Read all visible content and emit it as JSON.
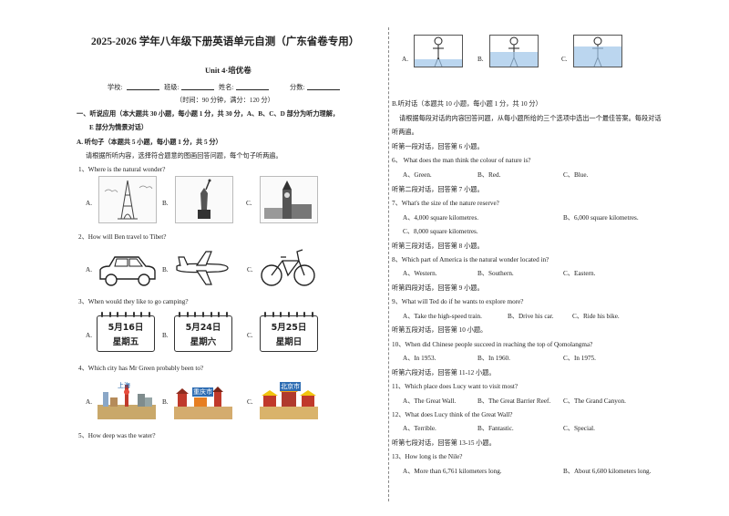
{
  "header": {
    "title": "2025-2026 学年八年级下册英语单元自测（广东省卷专用）",
    "unit": "Unit  4·培优卷",
    "info": {
      "school": "学校:",
      "class": "班级:",
      "name": "姓名:",
      "score": "分数:"
    },
    "time_note": "（时间：90 分钟，满分：120 分）"
  },
  "section1": {
    "heading_line1": "一、听说应用（本大题共 30 小题，每小题 1 分，共 30 分，A、B、C、D 部分为听力理解，",
    "heading_line2": "E  部分为情景对话）",
    "partA_title": "A. 听句子（本题共 5 小题，每小题 1 分，共 5 分）",
    "partA_instr": "请根据所听内容，选择符合题意的图画回答问题，每个句子听两遍。",
    "q1": "1、Where is the natural wonder?",
    "q2": "2、How will Ben travel to Tibet?",
    "q3": "3、When would they like to go camping?",
    "q4": "4、Which city has Mr Green probably been to?",
    "q5": "5、How deep was the water?",
    "opts": {
      "a": "A.",
      "b": "B.",
      "c": "C."
    },
    "calendars": [
      {
        "date": "5月16日",
        "weekday": "星期五"
      },
      {
        "date": "5月24日",
        "weekday": "星期六"
      },
      {
        "date": "5月25日",
        "weekday": "星期日"
      }
    ],
    "city_signs": [
      "上海",
      "重庆市",
      "北京市"
    ]
  },
  "partB": {
    "title": "B.听对话（本题共 10 小题，每小题 1 分，共 10 分）",
    "instr1": "请根据每段对话的内容回答问题，从每小题所给的三个选项中选出一个最佳答案。每段对话",
    "instr2": "听两遍。",
    "d1": "听第一段对话，回答第 6 小题。",
    "q6": "6、  What does the man think the colour of nature is?",
    "q6o": [
      "A、Green.",
      "B、Red.",
      "C、Blue."
    ],
    "d2": "听第二段对话，回答第 7 小题。",
    "q7": "7、What's the size of the nature reserve?",
    "q7o": [
      "A、4,000 square kilometres.",
      "B、6,000 square kilometres.",
      "C、8,000 square kilometres."
    ],
    "d3": "听第三段对话，回答第 8 小题。",
    "q8": "8、Which part of America is the natural wonder located in?",
    "q8o": [
      "A、Western.",
      "B、Southern.",
      "C、Eastern."
    ],
    "d4": "听第四段对话，回答第 9 小题。",
    "q9": "9、What will Ted do if he wants to explore more?",
    "q9o": [
      "A、Take the high-speed train.",
      "B、Drive his car.",
      "C、Ride his bike."
    ],
    "d5": "听第五段对话，回答第 10 小题。",
    "q10": "10、When did Chinese people succeed in reaching the top of Qomolangma?",
    "q10o": [
      "A、In 1953.",
      "B、In 1960.",
      "C、In 1975."
    ],
    "d6": "听第六段对话，回答第 11-12 小题。",
    "q11": "11、Which place does Lucy want to visit most?",
    "q11o": [
      "A、The Great Wall.",
      "B、The Great Barrier Reef.",
      "C、The Grand Canyon."
    ],
    "q12": "12、What does Lucy think of the Great Wall?",
    "q12o": [
      "A、Terrible.",
      "B、Fantastic.",
      "C、Special."
    ],
    "d7": "听第七段对话，回答第 13-15 小题。",
    "q13": "13、How long is the Nile?",
    "q13o": [
      "A、More than 6,761 kilometers long.",
      "B、About 6,600 kilometers long."
    ]
  }
}
